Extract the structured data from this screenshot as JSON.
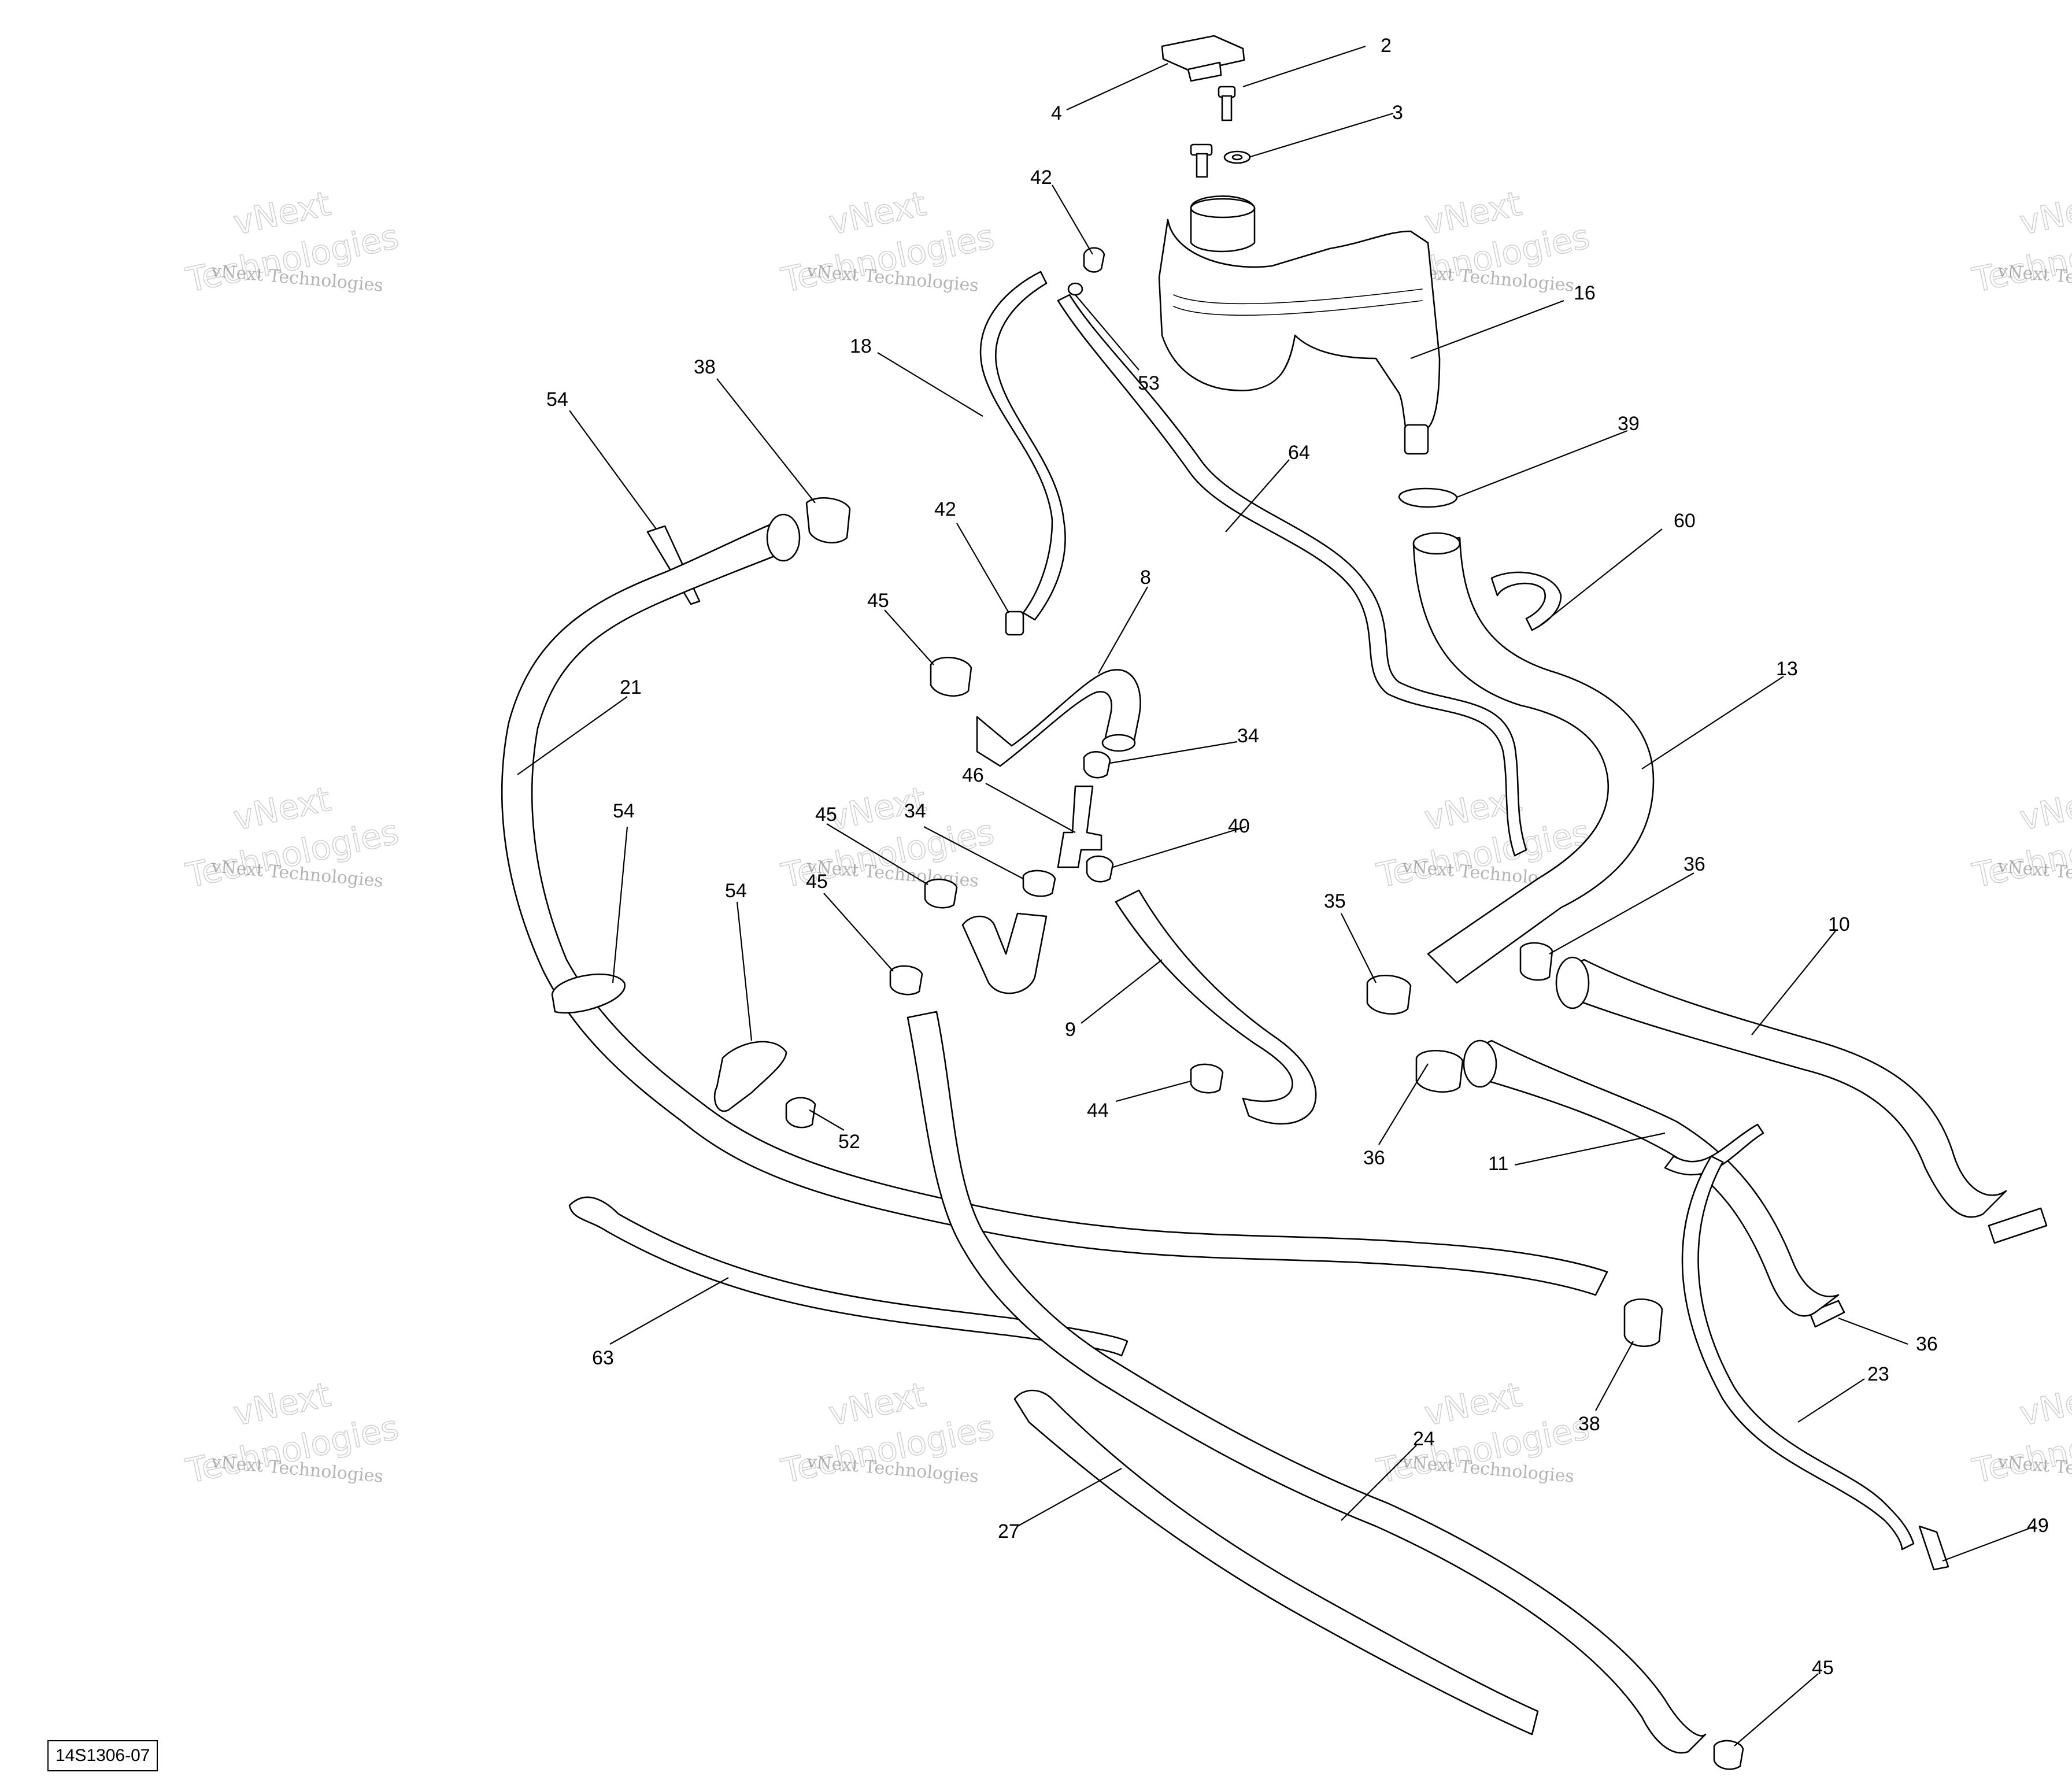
{
  "figure_ref": "14S1306-07",
  "watermark": {
    "line1": "vNext Technologies",
    "line2": "vNext",
    "line3": "Technologies"
  },
  "callouts": [
    "2",
    "3",
    "4",
    "42",
    "53",
    "16",
    "18",
    "64",
    "54",
    "38",
    "39",
    "60",
    "42",
    "45",
    "8",
    "21",
    "34",
    "13",
    "46",
    "40",
    "54",
    "45",
    "34",
    "45",
    "54",
    "35",
    "36",
    "10",
    "9",
    "36",
    "11",
    "44",
    "52",
    "63",
    "38",
    "36",
    "23",
    "24",
    "27",
    "49",
    "45"
  ]
}
